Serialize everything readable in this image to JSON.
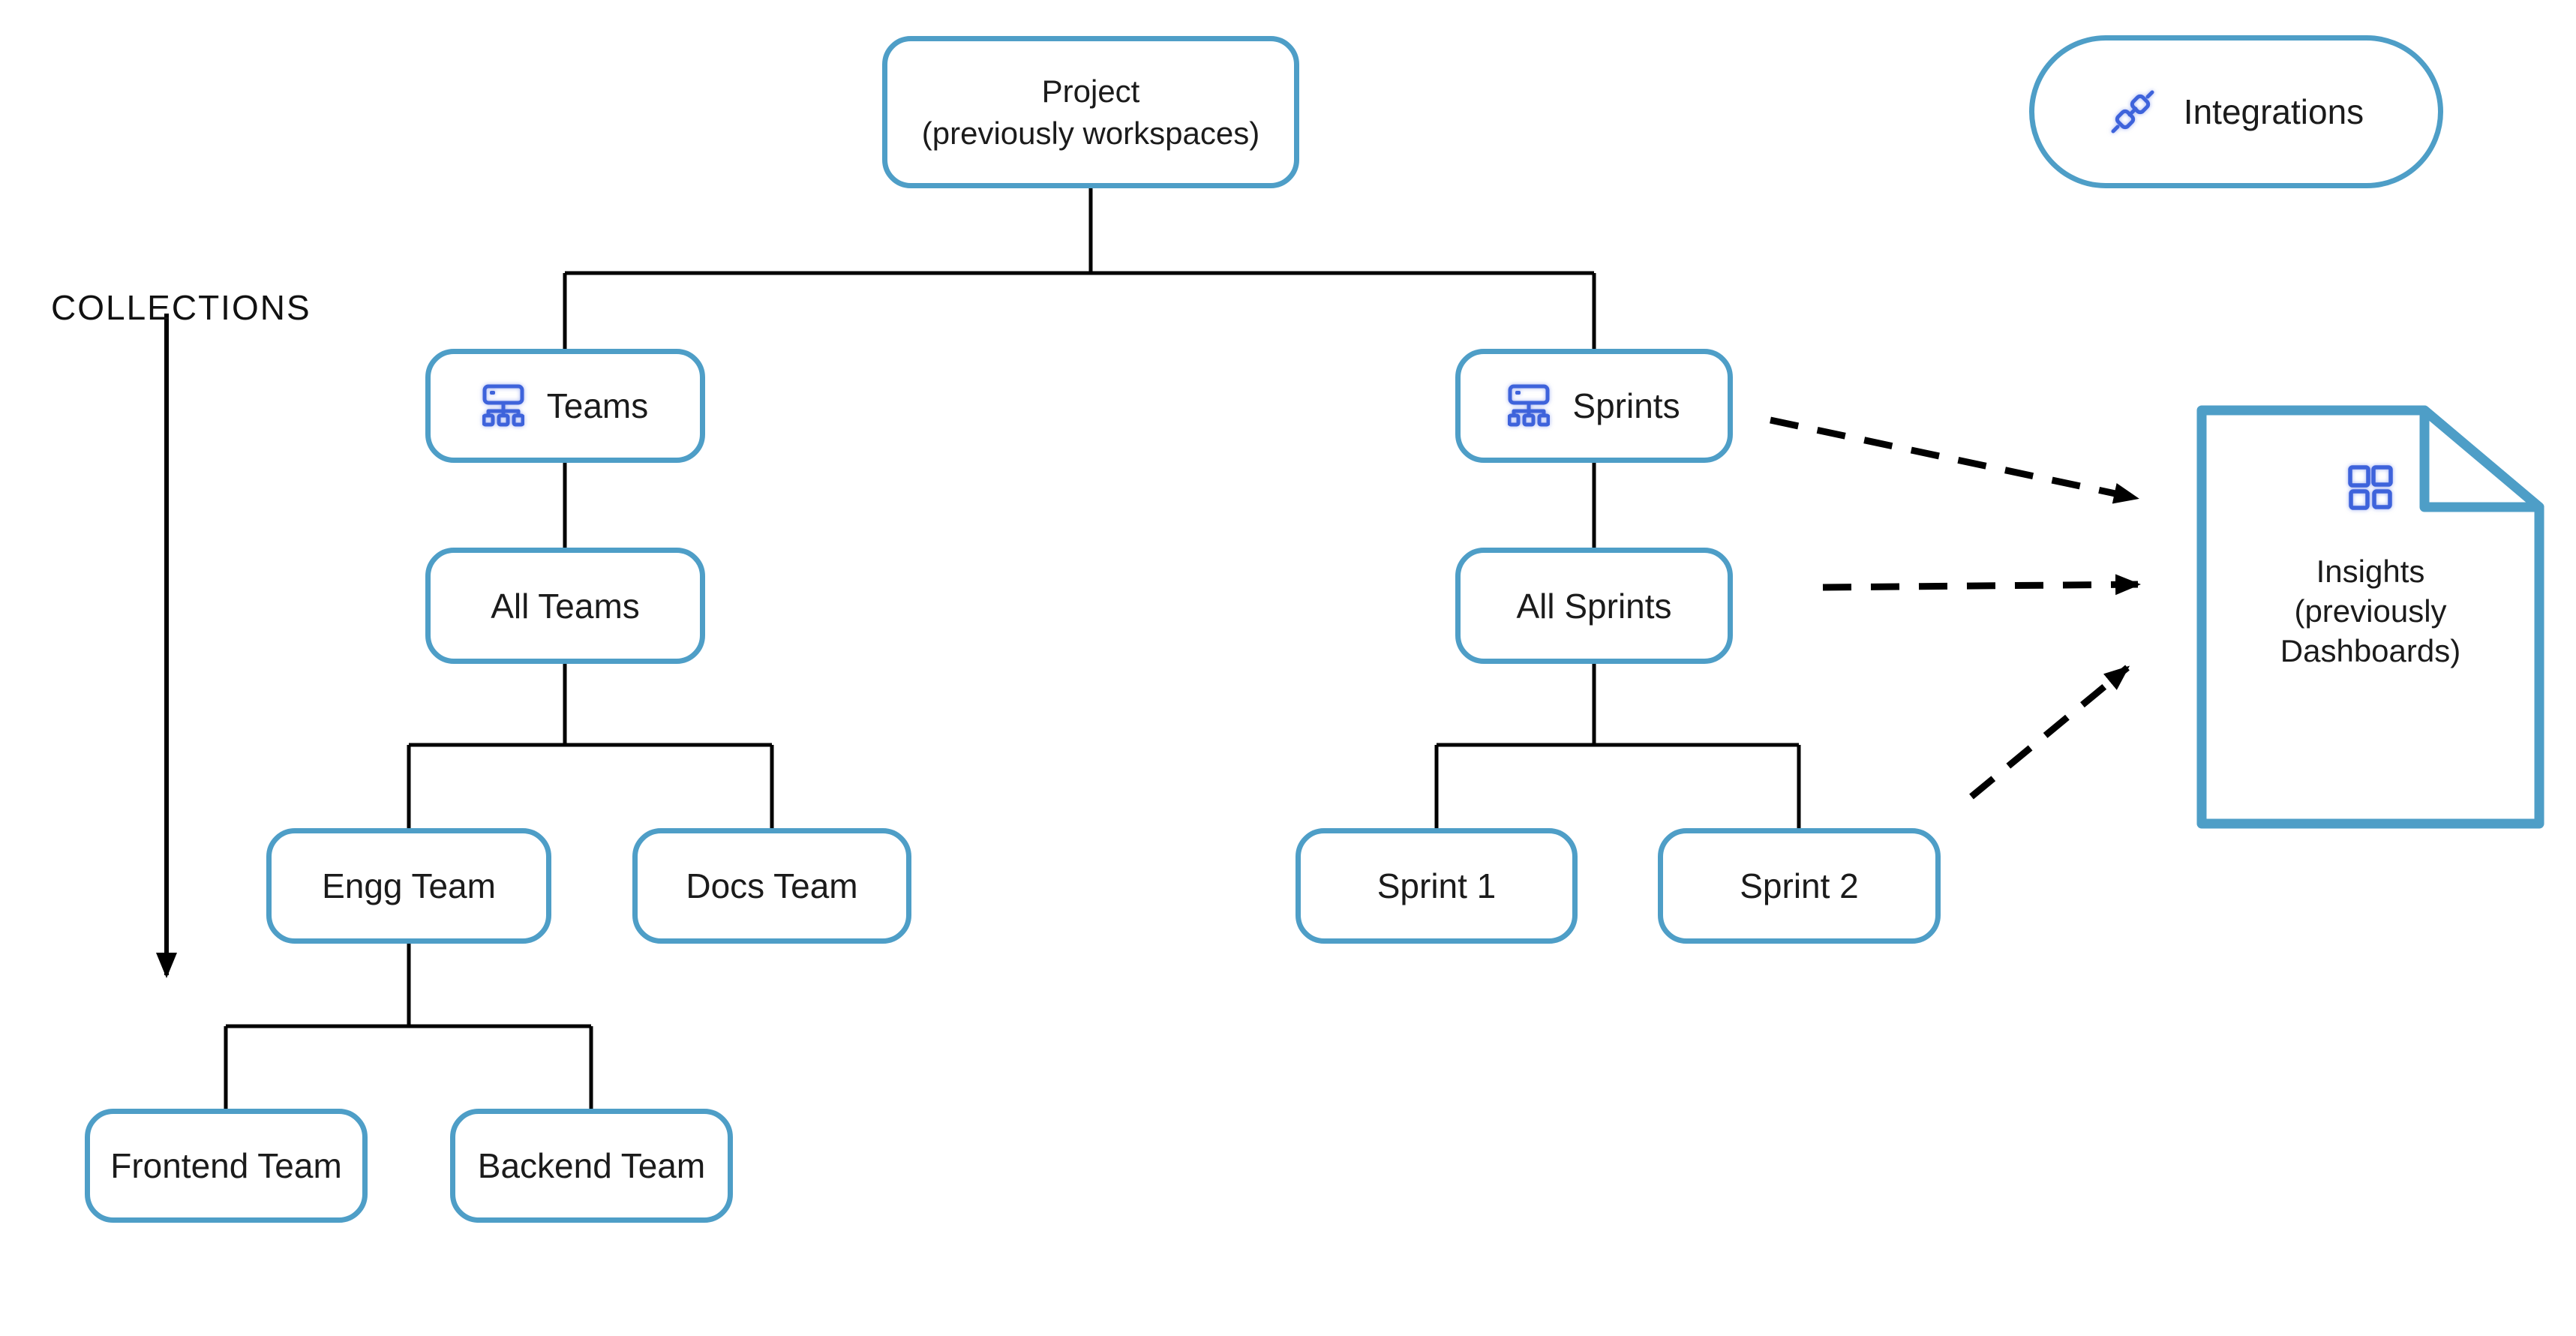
{
  "page": {
    "background": "#ffffff"
  },
  "colors": {
    "node_border": "#4e9ec7",
    "icon_blue": "#3e63db",
    "text": "#1b1b1b",
    "connector": "#000000"
  },
  "labels": {
    "collections": "COLLECTIONS"
  },
  "integrations_button": {
    "label": "Integrations",
    "icon": "plug-integration-icon"
  },
  "tree": {
    "project": {
      "line1": "Project",
      "line2": "(previously workspaces)"
    },
    "teams": {
      "label": "Teams",
      "icon": "sitemap-icon"
    },
    "all_teams": {
      "label": "All Teams"
    },
    "engg_team": {
      "label": "Engg Team"
    },
    "docs_team": {
      "label": "Docs Team"
    },
    "frontend_team": {
      "label": "Frontend Team"
    },
    "backend_team": {
      "label": "Backend Team"
    },
    "sprints": {
      "label": "Sprints",
      "icon": "sitemap-icon"
    },
    "all_sprints": {
      "label": "All Sprints"
    },
    "sprint_1": {
      "label": "Sprint 1"
    },
    "sprint_2": {
      "label": "Sprint 2"
    }
  },
  "insights_document": {
    "line1": "Insights",
    "line2": "(previously",
    "line3": "Dashboards)",
    "icon": "dashboard-grid-icon"
  }
}
